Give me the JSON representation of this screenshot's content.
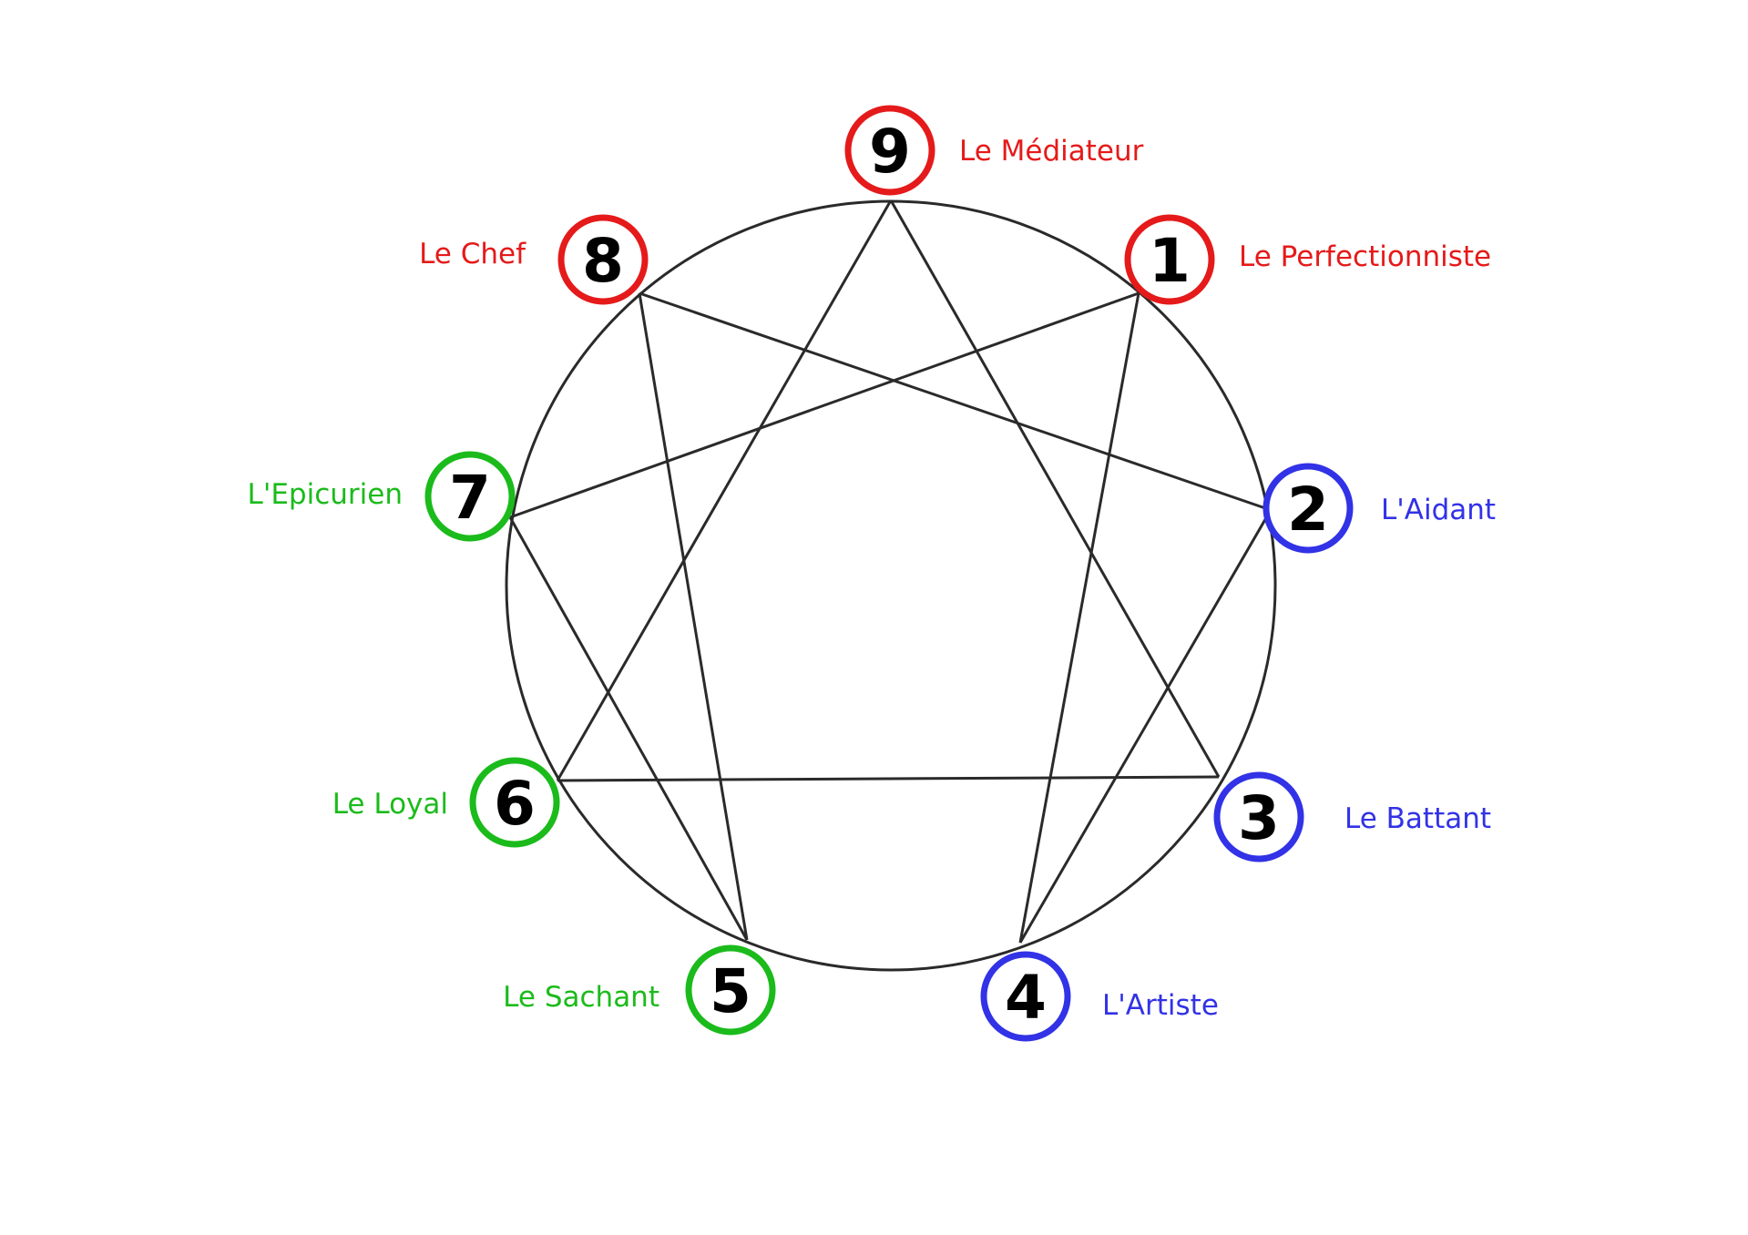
{
  "colors": {
    "red": "#e51a1a",
    "blue": "#3232e6",
    "green": "#1bbb1b",
    "line": "#2a2a2a"
  },
  "types": [
    {
      "number": "9",
      "label": "Le Médiateur",
      "color": "red"
    },
    {
      "number": "1",
      "label": "Le Perfectionniste",
      "color": "red"
    },
    {
      "number": "2",
      "label": "L'Aidant",
      "color": "blue"
    },
    {
      "number": "3",
      "label": "Le Battant",
      "color": "blue"
    },
    {
      "number": "4",
      "label": "L'Artiste",
      "color": "blue"
    },
    {
      "number": "5",
      "label": "Le Sachant",
      "color": "green"
    },
    {
      "number": "6",
      "label": "Le Loyal",
      "color": "green"
    },
    {
      "number": "7",
      "label": "L'Epicurien",
      "color": "green"
    },
    {
      "number": "8",
      "label": "Le Chef",
      "color": "red"
    }
  ]
}
